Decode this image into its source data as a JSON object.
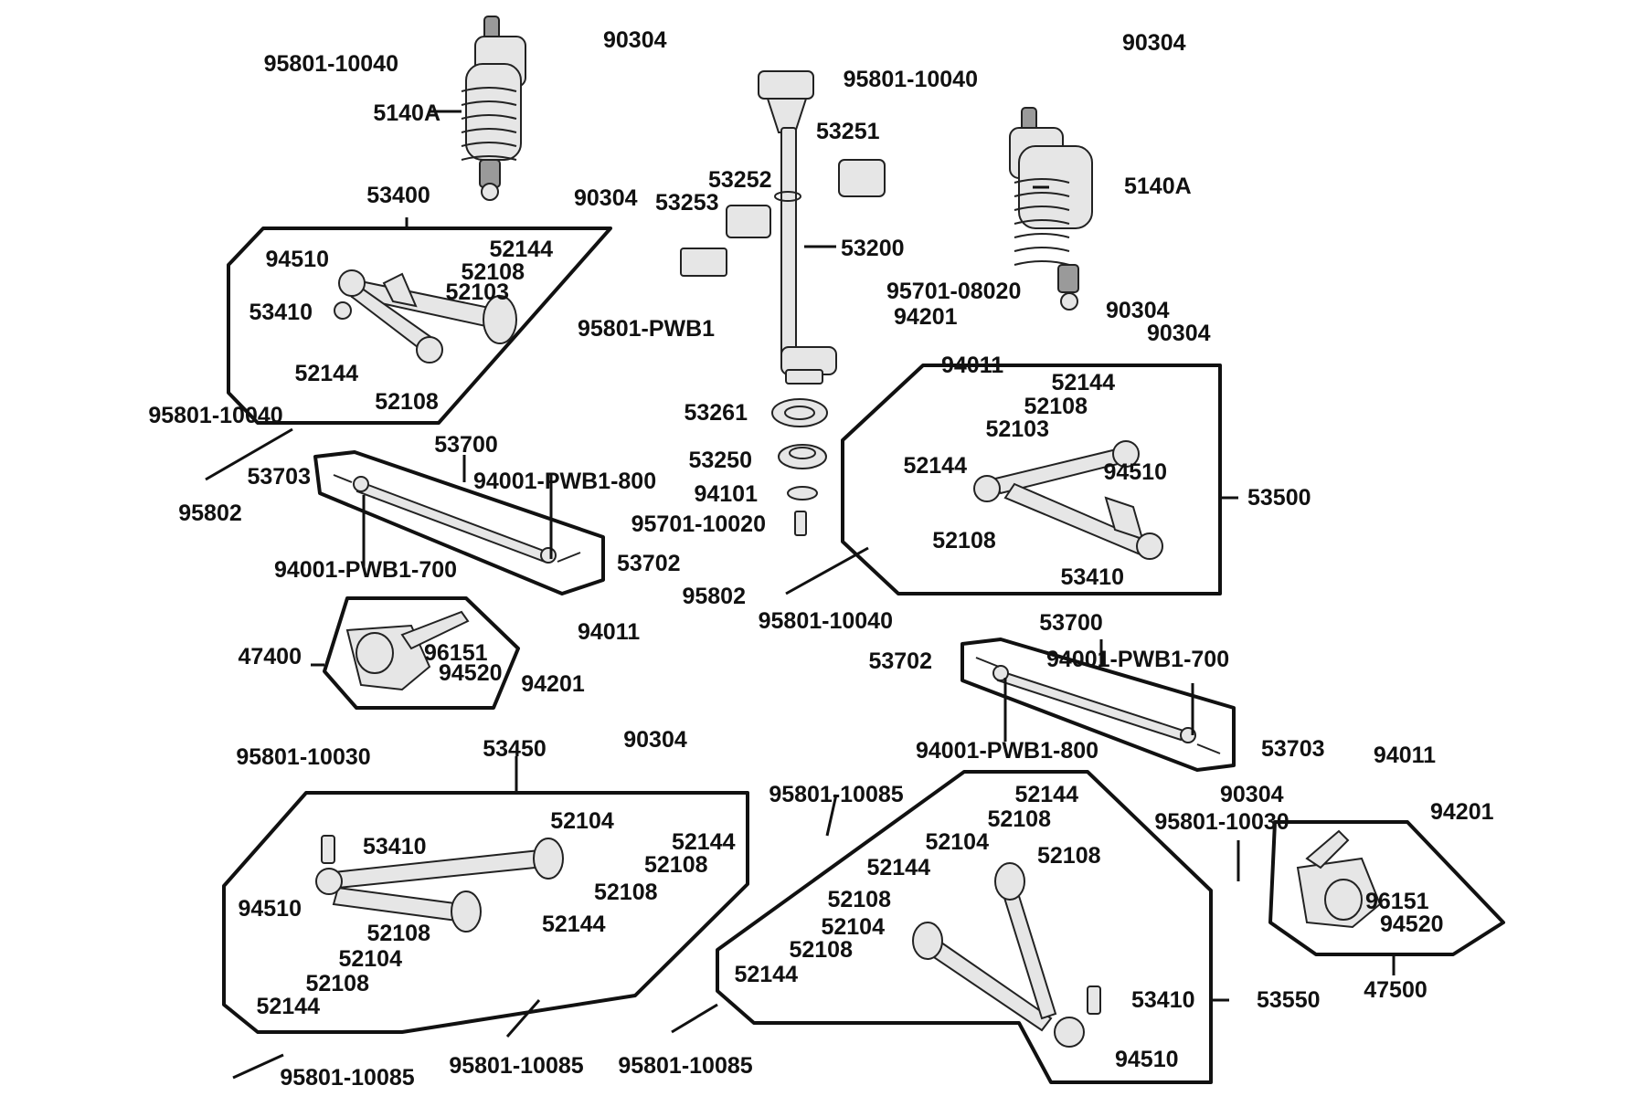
{
  "labels": {
    "shock_left_nut": "90304",
    "shock_left_bolt": "95801-10040",
    "shock_left": "5140A",
    "shock_right_nut": "90304",
    "shock_right_bolt": "95801-10040",
    "shock_right": "5140A",
    "nut_center_left": "90304",
    "nut_right_mid": "90304",
    "nut_right_low": "90304",
    "steering_bushing": "53251",
    "steering_clamp": "53252",
    "steering_plate": "53253",
    "steering_column": "53200",
    "column_bolt": "95701-08020",
    "column_pin": "94201",
    "column_nut": "94011",
    "spacer_bolt": "95801-PWB1",
    "arm_ul_group": "53400",
    "arm_ul_clip": "94510",
    "arm_ul_bush_a": "52144",
    "arm_ul_collar_a": "52108",
    "arm_ul_pipe": "52103",
    "arm_ul_balljoint": "53410",
    "arm_ul_bush_b": "52144",
    "arm_ul_collar_b": "52108",
    "bolt_left_arm": "95801-10040",
    "rod_left": "95802",
    "tierod_left_group": "53700",
    "tierod_left_end_a": "53703",
    "tierod_left_nut_800": "94001-PWB1-800",
    "tierod_left_nut_700": "94001-PWB1-700",
    "tierod_left_end_b": "53702",
    "seal": "53261",
    "bearing": "53250",
    "washer": "94101",
    "center_bolt": "95701-10020",
    "rod_center": "95802",
    "bolt_center": "95801-10040",
    "arm_ur_bush_a": "52144",
    "arm_ur_collar_a": "52108",
    "arm_ur_pipe": "52103",
    "arm_ur_bush_b": "52144",
    "arm_ur_clip": "94510",
    "arm_ur_collar_b": "52108",
    "arm_ur_group": "53500",
    "arm_ur_balljoint": "53410",
    "knuckle_left": "47400",
    "knuckle_left_bearing": "96151",
    "knuckle_left_ring": "94520",
    "bolt_knuckle_left": "95801-10030",
    "knuckle_nut_left": "94011",
    "knuckle_pin_left": "94201",
    "tierod_right_group": "53700",
    "tierod_right_end_a": "53702",
    "tierod_right_nut_700": "94001-PWB1-700",
    "tierod_right_nut_800": "94001-PWB1-800",
    "tierod_right_end_b": "53703",
    "arm_ll_group": "53450",
    "arm_ll_nut": "90304",
    "arm_ll_balljoint": "53410",
    "arm_ll_pipe_a": "52104",
    "arm_ll_bush_a": "52144",
    "arm_ll_collar_a": "52108",
    "arm_ll_collar_b": "52108",
    "arm_ll_clip": "94510",
    "arm_ll_bush_b": "52144",
    "arm_ll_collar_c": "52108",
    "arm_ll_pipe_b": "52104",
    "arm_ll_collar_d": "52108",
    "arm_ll_bush_c": "52144",
    "bolt_ll_a": "95801-10085",
    "bolt_ll_b": "95801-10085",
    "bolt_ll_c": "95801-10085",
    "bolt_lr_top": "95801-10085",
    "arm_lr_bush_a": "52144",
    "arm_lr_collar_a": "52108",
    "arm_lr_pipe_a": "52104",
    "arm_lr_collar_b": "52108",
    "arm_lr_bush_b": "52144",
    "arm_lr_collar_c": "52108",
    "arm_lr_pipe_b": "52104",
    "arm_lr_collar_d": "52108",
    "arm_lr_bush_c": "52144",
    "arm_lr_balljoint": "53410",
    "arm_lr_group": "53550",
    "arm_lr_clip": "94510",
    "nut_lr": "90304",
    "bolt_knuckle_right": "95801-10030",
    "knuckle_nut_right": "94011",
    "knuckle_pin_right": "94201",
    "knuckle_right_bearing": "96151",
    "knuckle_right_ring": "94520",
    "knuckle_right": "47500"
  }
}
